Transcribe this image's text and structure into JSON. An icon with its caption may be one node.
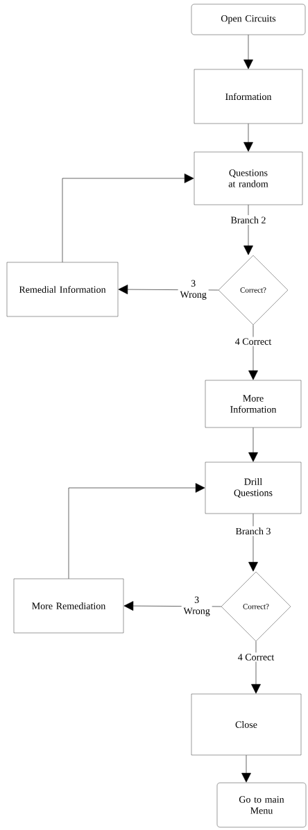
{
  "diagram": {
    "nodes": [
      {
        "text": [
          "Open Circuits"
        ]
      },
      {
        "text": [
          "Information"
        ]
      },
      {
        "text": [
          "Questions at random"
        ]
      },
      {
        "text": [
          "Correct?"
        ]
      },
      {
        "text": [
          "Remedial Information"
        ]
      },
      {
        "text": [
          "More Information"
        ]
      },
      {
        "text": [
          "Drill Questions"
        ]
      },
      {
        "text": [
          "Correct?"
        ]
      },
      {
        "text": [
          "More Remediation"
        ]
      },
      {
        "text": [
          "Close"
        ]
      },
      {
        "text": [
          "Go to main Menu"
        ]
      }
    ],
    "edges": [
      {
        "from": 0,
        "to": 1,
        "arrow": "to"
      },
      {
        "from": 1,
        "to": 2,
        "arrow": "to"
      },
      {
        "from": 2,
        "to": 3,
        "arrow": "to",
        "label": "Branch 2"
      },
      {
        "from": 3,
        "to": 4,
        "arrow": "to",
        "label": "3 Wrong"
      },
      {
        "from": 3,
        "to": 5,
        "arrow": "to",
        "label": "4 Correct"
      },
      {
        "from": 4,
        "to": 2,
        "arrow": "to"
      },
      {
        "from": 5,
        "to": 6,
        "arrow": "to"
      },
      {
        "from": 6,
        "to": 7,
        "arrow": "to",
        "label": "Branch 3"
      },
      {
        "from": 7,
        "to": 8,
        "arrow": "to",
        "label": "3 Wrong"
      },
      {
        "from": 7,
        "to": 9,
        "arrow": "to",
        "label": "4 Correct"
      },
      {
        "from": 8,
        "to": 6,
        "arrow": "to"
      },
      {
        "from": 9,
        "to": 10,
        "arrow": "to"
      }
    ]
  }
}
